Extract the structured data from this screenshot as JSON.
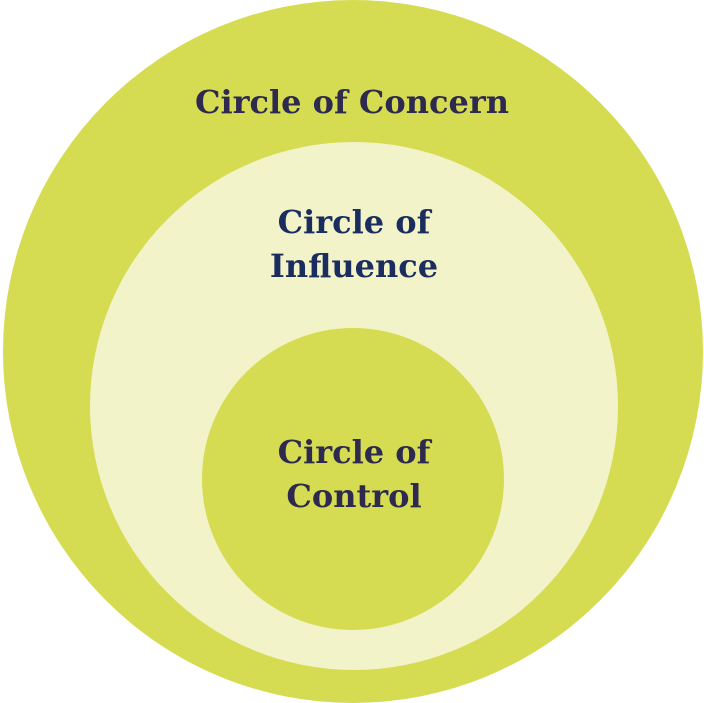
{
  "colors": {
    "outer_fill": "#d6dc52",
    "middle_fill": "#f2f3c8",
    "inner_fill": "#d6dc52",
    "outer_text": "#2e2a4f",
    "middle_text": "#1a2d5e",
    "inner_text": "#2e2a4f"
  },
  "circles": {
    "outer": {
      "label": "Circle of Concern"
    },
    "middle": {
      "label_line1": "Circle of",
      "label_line2": "Influence"
    },
    "inner": {
      "label_line1": "Circle of",
      "label_line2": "Control"
    }
  }
}
